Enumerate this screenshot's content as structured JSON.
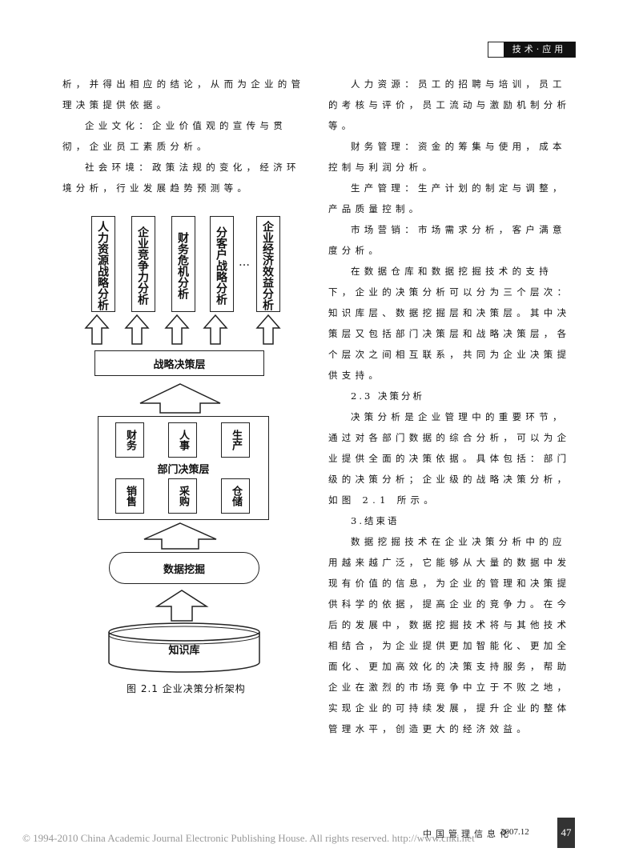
{
  "header": {
    "section": "技术·应用"
  },
  "left_col": {
    "p1": "析，并得出相应的结论，从而为企业的管理决策提供依据。",
    "p2": "企业文化：企业价值观的宣传与贯彻，企业员工素质分析。",
    "p3": "社会环境：政策法规的变化，经济环境分析，行业发展趋势预测等。"
  },
  "diagram": {
    "top_boxes": [
      "人力资源战略分析",
      "企业竞争力分析",
      "财务危机分析",
      "分客户战略分析",
      "企业经济效益分析"
    ],
    "ellipsis": "…",
    "strategy": "战略决策层",
    "dept_label": "部门决策层",
    "dept_top": [
      "财务",
      "人事",
      "生产"
    ],
    "dept_bottom": [
      "销售",
      "采购",
      "仓储"
    ],
    "mining": "数据挖掘",
    "kb": "知识库",
    "caption": "图 2.1  企业决策分析架构"
  },
  "right_col": {
    "p1": "人力资源：员工的招聘与培训，员工的考核与评价，员工流动与激励机制分析等。",
    "p2": "财务管理：资金的筹集与使用，成本控制与利润分析。",
    "p3": "生产管理：生产计划的制定与调整，产品质量控制。",
    "p4": "市场营销：市场需求分析，客户满意度分析。",
    "p5": "在数据仓库和数据挖掘技术的支持下，企业的决策分析可以分为三个层次：知识库层、数据挖掘层和决策层。其中决策层又包括部门决策层和战略决策层，各个层次之间相互联系，共同为企业决策提供支持。",
    "h1": "2.3  决策分析",
    "p6": "决策分析是企业管理中的重要环节，通过对各部门数据的综合分析，可以为企业提供全面的决策依据。具体包括：部门级的决策分析；企业级的战略决策分析，如图 2.1 所示。",
    "h2": "3.结束语",
    "p7": "数据挖掘技术在企业决策分析中的应用越来越广泛，它能够从大量的数据中发现有价值的信息，为企业的管理和决策提供科学的依据，提高企业的竞争力。在今后的发展中，数据挖掘技术将与其他技术相结合，为企业提供更加智能化、更加全面化、更加高效化的决策支持服务，帮助企业在激烈的市场竞争中立于不败之地，实现企业的可持续发展，提升企业的整体管理水平，创造更大的经济效益。"
  },
  "footer": {
    "copyright": "© 1994-2010 China Academic Journal Electronic Publishing House. All rights reserved.    http://www.cnki.net",
    "journal": "中国管理信息化",
    "date": "2007.12",
    "page": "47"
  }
}
